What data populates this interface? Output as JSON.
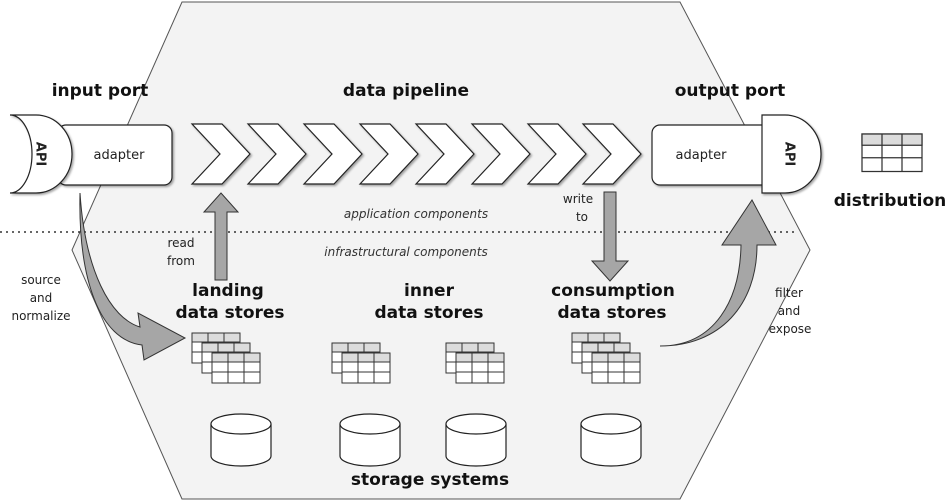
{
  "headers": {
    "input_port": "input port",
    "data_pipeline": "data pipeline",
    "output_port": "output port",
    "distribution": "distribution",
    "storage_systems": "storage systems"
  },
  "ports": {
    "input_api": "API",
    "input_adapter": "adapter",
    "output_adapter": "adapter",
    "output_api": "API"
  },
  "layers": {
    "application": "application components",
    "infrastructural": "infrastructural components"
  },
  "stores": {
    "landing_line1": "landing",
    "landing_line2": "data stores",
    "inner_line1": "inner",
    "inner_line2": "data stores",
    "consumption_line1": "consumption",
    "consumption_line2": "data stores"
  },
  "flows": {
    "read_line1": "read",
    "read_line2": "from",
    "write_line1": "write",
    "write_line2": "to",
    "source_line1": "source",
    "source_line2": "and",
    "source_line3": "normalize",
    "filter_line1": "filter",
    "filter_line2": "and",
    "filter_line3": "expose"
  },
  "colors": {
    "hexagon_fill": "#f3f3f3",
    "arrow_fill": "#a6a6a6",
    "table_header_fill": "#dcdcdc"
  },
  "icons": {
    "pipeline_step": "chevron-icon",
    "dataset": "table-icon",
    "storage": "database-cylinder-icon",
    "api": "api-port-icon"
  }
}
